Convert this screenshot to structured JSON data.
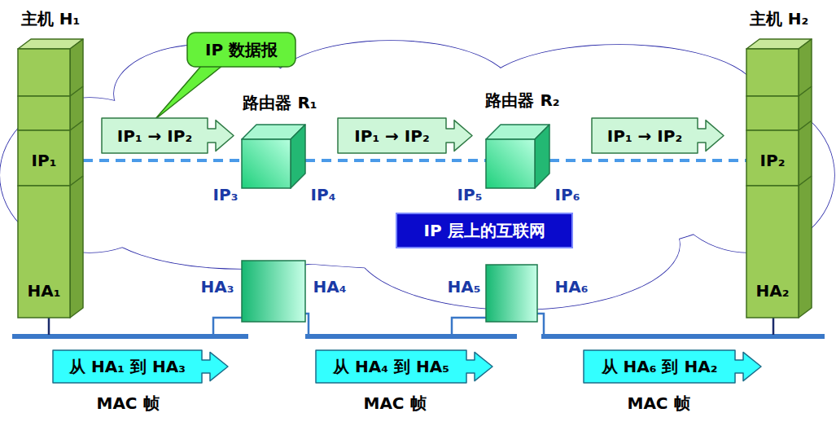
{
  "diagram": {
    "nodes": [
      {
        "text": [
          "主机 H₁",
          "IP₁",
          "HA₁"
        ]
      },
      {
        "text": [
          "IP 数据报"
        ]
      },
      {
        "text": [
          "路由器 R₁",
          "IP₃",
          "IP₄"
        ]
      },
      {
        "text": [
          "路由器 R₂",
          "IP₅",
          "IP₆"
        ]
      },
      {
        "text": [
          "主机 H₂",
          "IP₂",
          "HA₂"
        ]
      },
      {
        "text": [
          "IP₁ → IP₂"
        ]
      },
      {
        "text": [
          "IP₁ → IP₂"
        ]
      },
      {
        "text": [
          "IP₁ → IP₂"
        ]
      },
      {
        "text": [
          "IP 层上的互联网"
        ]
      },
      {
        "text": [
          "HA₃",
          "HA₄"
        ]
      },
      {
        "text": [
          "HA₅",
          "HA₆"
        ]
      },
      {
        "text": [
          "从 HA₁ 到 HA₃"
        ]
      },
      {
        "text": [
          "从 HA₄ 到 HA₅"
        ]
      },
      {
        "text": [
          "从 HA₆ 到 HA₂"
        ]
      }
    ],
    "edges": [
      {
        "from": 0,
        "to": 2,
        "arrow": "none"
      },
      {
        "from": 2,
        "to": 3,
        "arrow": "none"
      },
      {
        "from": 3,
        "to": 4,
        "arrow": "none"
      }
    ],
    "labels": [
      "MAC 帧",
      "MAC 帧",
      "MAC 帧"
    ]
  }
}
